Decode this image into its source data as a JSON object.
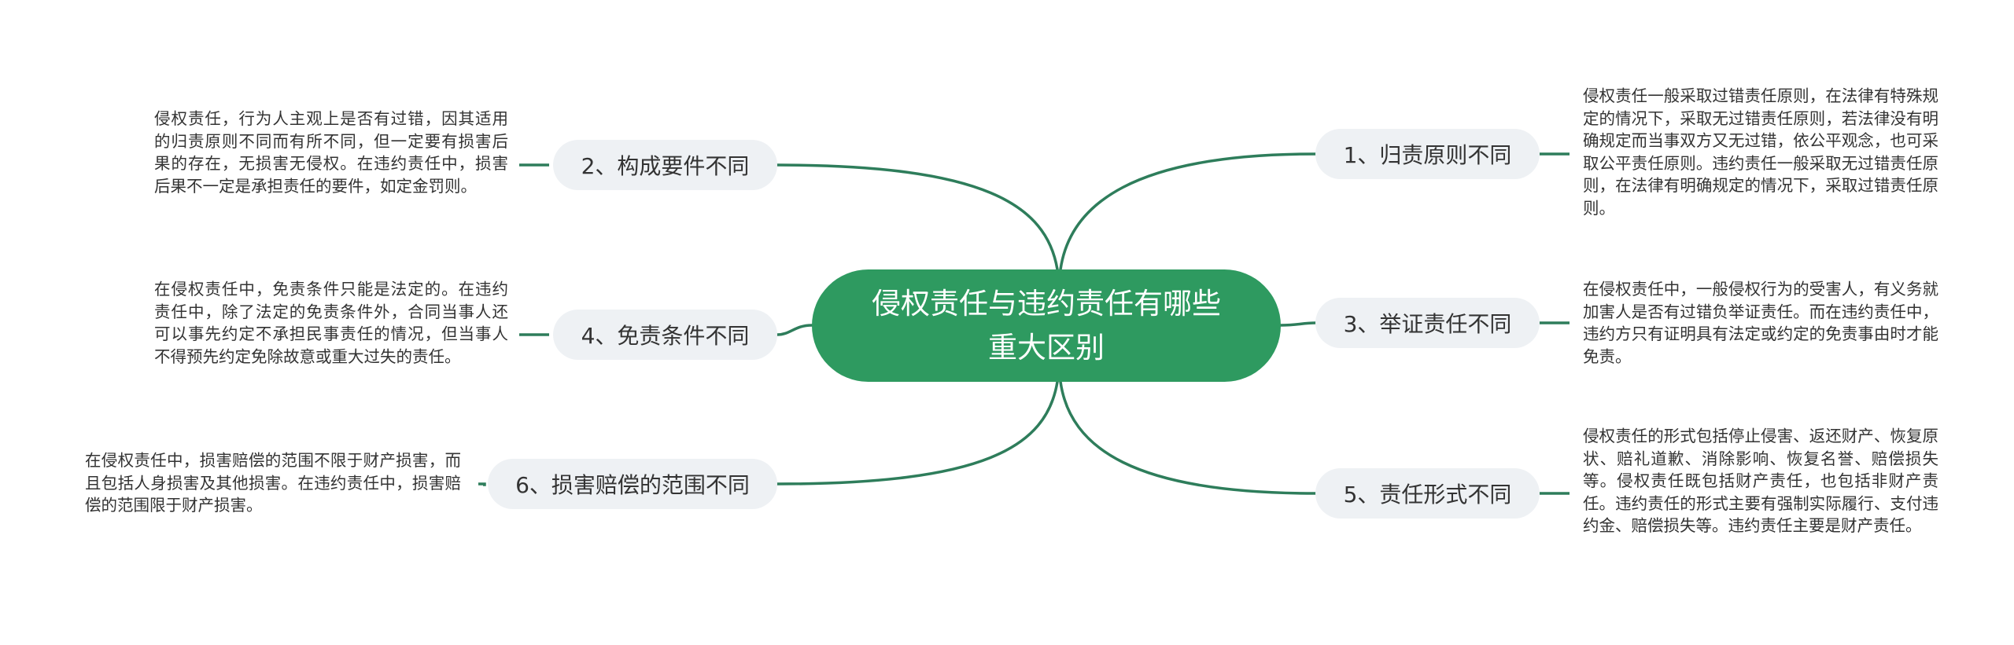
{
  "root": {
    "title": "侵权责任与违约责任有哪些重大区别"
  },
  "colors": {
    "root_fill": "#2e9a60",
    "branch_fill": "#eef1f4",
    "line": "#2e7d5b",
    "text": "#333333"
  },
  "branches": [
    {
      "label": "1、归责原则不同",
      "detail": "侵权责任一般采取过错责任原则，在法律有特殊规定的情况下，采取无过错责任原则，若法律没有明确规定而当事双方又无过错，依公平观念，也可采取公平责任原则。违约责任一般采取无过错责任原则，在法律有明确规定的情况下，采取过错责任原则。"
    },
    {
      "label": "2、构成要件不同",
      "detail": "侵权责任，行为人主观上是否有过错，因其适用的归责原则不同而有所不同，但一定要有损害后果的存在，无损害无侵权。在违约责任中，损害后果不一定是承担责任的要件，如定金罚则。"
    },
    {
      "label": "3、举证责任不同",
      "detail": "在侵权责任中，一般侵权行为的受害人，有义务就加害人是否有过错负举证责任。而在违约责任中，违约方只有证明具有法定或约定的免责事由时才能免责。"
    },
    {
      "label": "4、免责条件不同",
      "detail": "在侵权责任中，免责条件只能是法定的。在违约责任中，除了法定的免责条件外，合同当事人还可以事先约定不承担民事责任的情况，但当事人不得预先约定免除故意或重大过失的责任。"
    },
    {
      "label": "5、责任形式不同",
      "detail": "侵权责任的形式包括停止侵害、返还财产、恢复原状、赔礼道歉、消除影响、恢复名誉、赔偿损失等。侵权责任既包括财产责任，也包括非财产责任。违约责任的形式主要有强制实际履行、支付违约金、赔偿损失等。违约责任主要是财产责任。"
    },
    {
      "label": "6、损害赔偿的范围不同",
      "detail": "在侵权责任中，损害赔偿的范围不限于财产损害，而且包括人身损害及其他损害。在违约责任中，损害赔偿的范围限于财产损害。"
    }
  ]
}
